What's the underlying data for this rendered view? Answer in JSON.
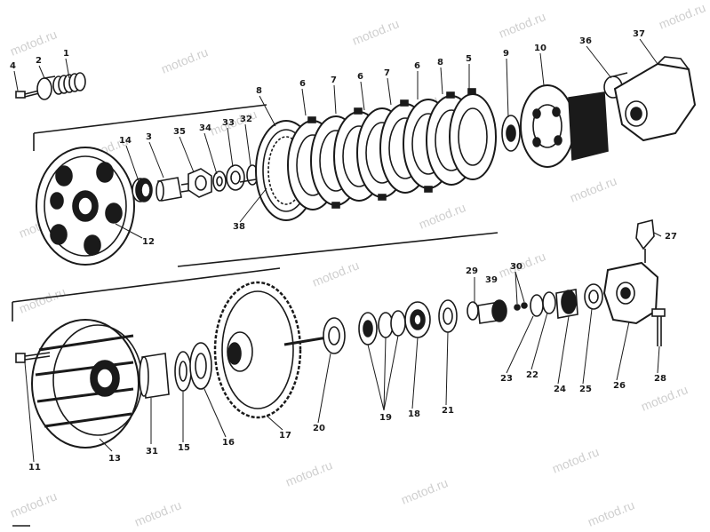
{
  "watermark": "motod.ru",
  "labels": {
    "p1": "1",
    "p2": "2",
    "p3": "3",
    "p4": "4",
    "p5": "5",
    "p6a": "6",
    "p6b": "6",
    "p7a": "7",
    "p7b": "7",
    "p8a": "8",
    "p8b": "8",
    "p9": "9",
    "p10": "10",
    "p11": "11",
    "p12": "12",
    "p13": "13",
    "p14": "14",
    "p15": "15",
    "p16": "16",
    "p17": "17",
    "p18": "18",
    "p19": "19",
    "p20": "20",
    "p21": "21",
    "p22": "22",
    "p23": "23",
    "p24": "24",
    "p25": "25",
    "p26": "26",
    "p27": "27",
    "p28": "28",
    "p29": "29",
    "p30": "30",
    "p31": "31",
    "p32": "32",
    "p33": "33",
    "p34": "34",
    "p35": "35",
    "p36": "36",
    "p37": "37",
    "p38": "38",
    "p39": "39"
  }
}
